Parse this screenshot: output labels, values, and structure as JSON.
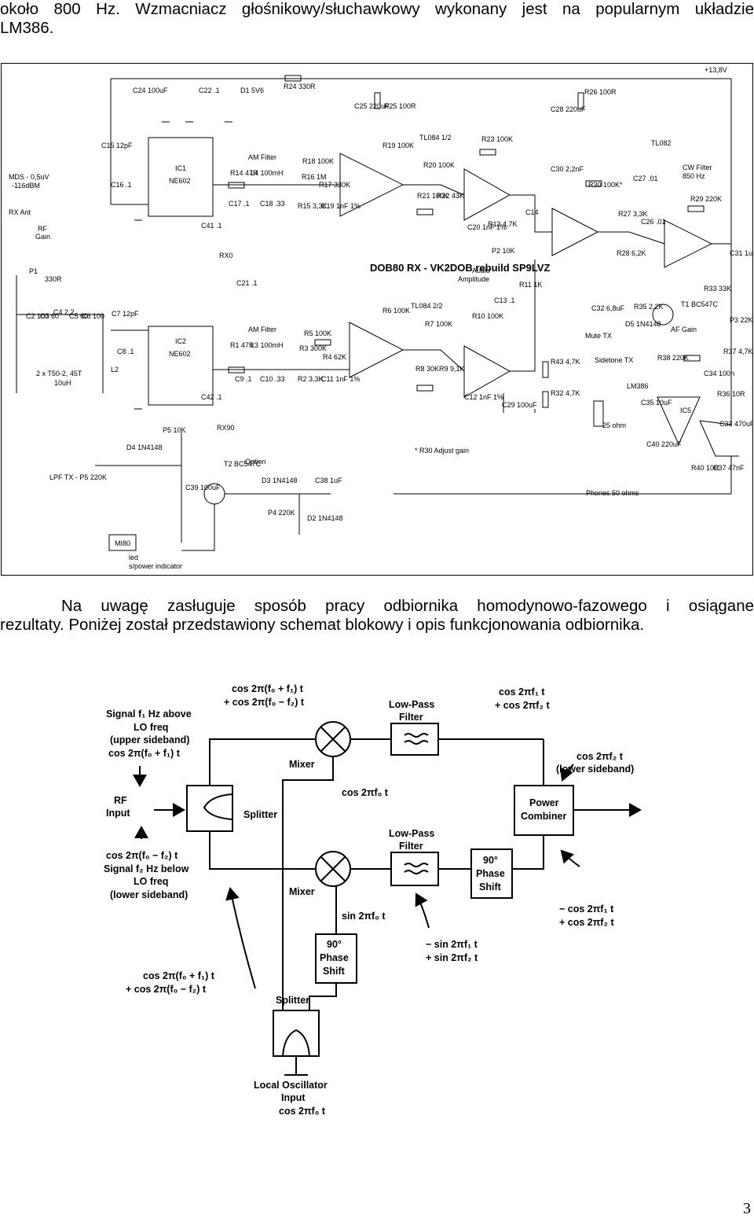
{
  "intro": {
    "line1": "około 800 Hz. Wzmacniacz głośnikowy/słuchawkowy wykonany jest na popularnym układzie",
    "line2": "LM386."
  },
  "schematic": {
    "title": "DOB80 RX - VK2DOB rebuild SP9LVZ",
    "supply": "+13,8V",
    "mds": [
      "MDS - 0,5uV",
      "-116dBM"
    ],
    "rx_ant": "RX Ant",
    "rf_gain": [
      "RF",
      "Gain"
    ],
    "p1": [
      "P1",
      "330R"
    ],
    "ic1": [
      "IC1",
      "NE602"
    ],
    "ic2": [
      "IC2",
      "NE602"
    ],
    "am_filter": "AM Filter",
    "tl084_1": "TL084 1/2",
    "tl084_2": "TL084 2/2",
    "tl082": "TL082",
    "cw_filter": [
      "CW Filter",
      "850 Hz"
    ],
    "audio_amp": [
      "Audio",
      "Amplitude"
    ],
    "mute_tx": "Mute TX",
    "af_gain": "AF Gain",
    "sidetone": "Sidetone TX",
    "lm386": "LM386",
    "ohm25": "25 ohm",
    "phones": "Phones 50 ohms",
    "adjust_note": "* R30 Adjust gain",
    "option": "Option",
    "lpf": "LPF TX - P5 220K",
    "led": [
      "led",
      "s/power indicator"
    ],
    "coils": [
      "2 x T50-2, 45T",
      "10uH"
    ],
    "labels": [
      [
        "C24",
        "100uF"
      ],
      [
        "C22",
        ".1"
      ],
      [
        "D1",
        "5V6"
      ],
      [
        "R24",
        "330R"
      ],
      [
        "C25",
        "220uF"
      ],
      [
        "R25",
        "100R"
      ],
      [
        "C28",
        "220uF"
      ],
      [
        "R26",
        "100R"
      ],
      [
        "C15",
        "12pF"
      ],
      [
        "C16",
        ".1"
      ],
      [
        "R14",
        "47R"
      ],
      [
        "L4",
        "100mH"
      ],
      [
        "R18",
        "100K"
      ],
      [
        "R16",
        "1M"
      ],
      [
        "R17",
        "330K"
      ],
      [
        "R19",
        "100K"
      ],
      [
        "R20",
        "100K"
      ],
      [
        "R23",
        "100K"
      ],
      [
        "C17",
        ".1"
      ],
      [
        "C18",
        ".33"
      ],
      [
        "R15",
        "3,3K"
      ],
      [
        "C19",
        "1nF 1%"
      ],
      [
        "R21",
        "100K"
      ],
      [
        "R22",
        "43K"
      ],
      [
        "C20",
        "1nF 1%"
      ],
      [
        "R13",
        "4,7K"
      ],
      [
        "C41",
        ".1"
      ],
      [
        "RX0",
        ""
      ],
      [
        "C30",
        "2,2nF"
      ],
      [
        "R30",
        "100K*"
      ],
      [
        "C27",
        ".01"
      ],
      [
        "R29",
        "220K"
      ],
      [
        "R27",
        "3,3K"
      ],
      [
        "C26",
        ".01"
      ],
      [
        "R28",
        "6,2K"
      ],
      [
        "C31",
        "1uF"
      ],
      [
        "R33",
        "33K"
      ],
      [
        "P3",
        "22K"
      ],
      [
        "C2",
        "100"
      ],
      [
        "C3",
        "60"
      ],
      [
        "C4",
        "2,2"
      ],
      [
        "C5",
        "60"
      ],
      [
        "C6",
        "100"
      ],
      [
        "C7",
        "12pF"
      ],
      [
        "C8",
        ".1"
      ],
      [
        "L2",
        ""
      ],
      [
        "R1",
        "47R"
      ],
      [
        "L3",
        "100mH"
      ],
      [
        "R5",
        "100K"
      ],
      [
        "R3",
        "300K"
      ],
      [
        "R4",
        "62K"
      ],
      [
        "R6",
        "100K"
      ],
      [
        "R7",
        "100K"
      ],
      [
        "R10",
        "100K"
      ],
      [
        "C13",
        ".1"
      ],
      [
        "R11",
        "1K"
      ],
      [
        "P2",
        "10K"
      ],
      [
        "C14",
        ""
      ],
      [
        "C32",
        "6,8uF"
      ],
      [
        "D5",
        "1N4148"
      ],
      [
        "R35",
        "2,2K"
      ],
      [
        "T1",
        "BC547C"
      ],
      [
        "C9",
        ".1"
      ],
      [
        "C10",
        ".33"
      ],
      [
        "R2",
        "3,3K"
      ],
      [
        "C11",
        "1nF 1%"
      ],
      [
        "R8",
        "30K"
      ],
      [
        "R9",
        "9,1K"
      ],
      [
        "C12",
        "1nF 1%"
      ],
      [
        "C29",
        "100uF"
      ],
      [
        "R43",
        "4,7K"
      ],
      [
        "R32",
        "4,7K"
      ],
      [
        "R38",
        "220K"
      ],
      [
        "R37",
        "4,7K"
      ],
      [
        "C34",
        "100n"
      ],
      [
        "R36",
        "10R"
      ],
      [
        "C35",
        "10uF"
      ],
      [
        "C33",
        "470uF"
      ],
      [
        "C40",
        "220uF"
      ],
      [
        "R40",
        "10R"
      ],
      [
        "C37",
        "47nF"
      ],
      [
        "C42",
        ".1"
      ],
      [
        "RX90",
        ""
      ],
      [
        "P5",
        "10K"
      ],
      [
        "D4",
        "1N4148"
      ],
      [
        "T2",
        "BC547C"
      ],
      [
        "D3",
        "1N4148"
      ],
      [
        "C38",
        "1uF"
      ],
      [
        "C39",
        "100uF"
      ],
      [
        "P4",
        "220K"
      ],
      [
        "D2",
        "1N4148"
      ],
      [
        "MI80",
        ""
      ],
      [
        "C21",
        ".1"
      ],
      [
        "IC5",
        ""
      ]
    ]
  },
  "para2": {
    "line1": "Na uwagę zasługuje sposób pracy odbiornika homodynowo-fazowego i osiągane",
    "line2": "rezultaty. Poniżej został przedstawiony schemat blokowy i opis funkcjonowania odbiornika."
  },
  "block": {
    "signal_f1": [
      "Signal f₁ Hz above",
      "LO freq",
      "(upper sideband)",
      "cos 2π(f₀ + f₁) t"
    ],
    "signal_f2": [
      "cos 2π(f₀ − f₂) t",
      "Signal f₂ Hz below",
      "LO freq",
      "(lower sideband)"
    ],
    "rf_input": [
      "RF",
      "Input"
    ],
    "splitter": "Splitter",
    "mixer": "Mixer",
    "lpf": [
      "Low-Pass",
      "Filter"
    ],
    "power_combiner": [
      "Power",
      "Combiner"
    ],
    "phase_shift": [
      "90°",
      "Phase",
      "Shift"
    ],
    "top_mixer_out": [
      "cos 2π(f₀ + f₁) t",
      "+ cos 2π(f₀ − f₂) t"
    ],
    "top_lpf_out": [
      "cos 2πf₁ t",
      "+ cos 2πf₂ t"
    ],
    "output": [
      "cos 2πf₂ t",
      "(lower sideband)"
    ],
    "lo_cos": "cos 2πf₀ t",
    "lo_sin": "sin 2πf₀ t",
    "shift_out": [
      "− cos 2πf₁ t",
      "+ cos 2πf₂ t"
    ],
    "bottom_sin": [
      "− sin 2πf₁ t",
      "+ sin 2πf₂ t"
    ],
    "bottom_mix_in": [
      "cos 2π(f₀ + f₁) t",
      "+ cos 2π(f₀ − f₂) t"
    ],
    "lo_input": [
      "Local Oscillator",
      "Input",
      "cos 2πf₀ t"
    ]
  },
  "page_number": "3"
}
